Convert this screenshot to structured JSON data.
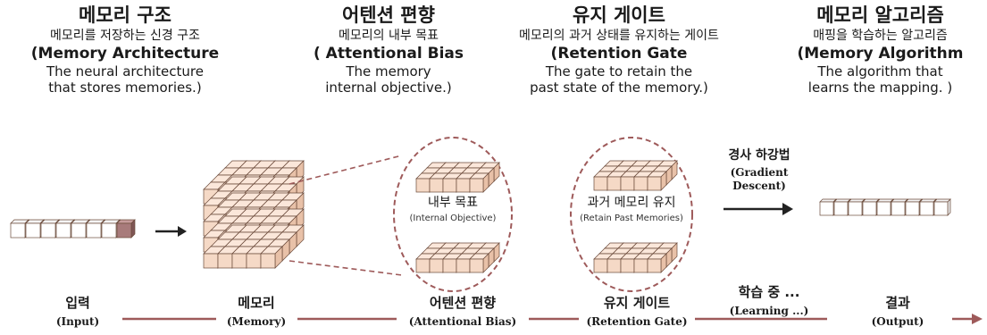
{
  "columns": [
    {
      "ko_title": "메모리 구조",
      "ko_sub": "메모리를 저장하는 신경 구조",
      "en_title": "(Memory Architecture",
      "en_desc1": "The neural architecture",
      "en_desc2": "that stores memories.)"
    },
    {
      "ko_title": "어텐션 편향",
      "ko_sub": "메모리의 내부 목표",
      "en_title": "( Attentional Bias",
      "en_desc1": "The memory",
      "en_desc2": "internal objective.)"
    },
    {
      "ko_title": "유지 게이트",
      "ko_sub": "메모리의 과거 상태를 유지하는 게이트",
      "en_title": "(Retention Gate",
      "en_desc1": "The gate to retain the",
      "en_desc2": "past state of the memory.)"
    },
    {
      "ko_title": "메모리 알고리즘",
      "ko_sub": "매핑을 학습하는 알고리즘",
      "en_title": "(Memory Algorithm",
      "en_desc1": "The algorithm that",
      "en_desc2": "learns the mapping. )"
    }
  ],
  "inner": {
    "objective_ko": "내부 목표",
    "objective_en": "(Internal Objective)",
    "retain_ko": "과거 메모리 유지",
    "retain_en": "(Retain Past Memories)"
  },
  "gradient": {
    "ko": "경사 하강법",
    "en1": "(Gradient",
    "en2": "Descent)"
  },
  "pipeline": [
    {
      "ko": "입력",
      "en": "(Input)"
    },
    {
      "ko": "메모리",
      "en": "(Memory)"
    },
    {
      "ko": "어텐션 편향",
      "en": "(Attentional Bias)"
    },
    {
      "ko": "유지 게이트",
      "en": "(Retention Gate)"
    },
    {
      "ko": "학습 중 ...",
      "en": "(Learning ...)"
    },
    {
      "ko": "결과",
      "en": "(Output)"
    }
  ],
  "colors": {
    "cube_front": "#f5d9c6",
    "cube_top": "#fbe7da",
    "cube_side": "#e8c1a8",
    "accent": "#9e5a5a",
    "token": "#a87b7b",
    "line": "#444444"
  }
}
